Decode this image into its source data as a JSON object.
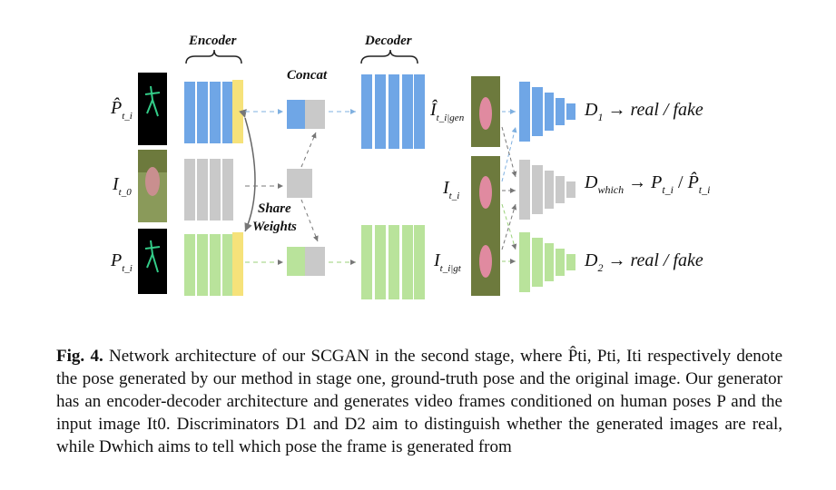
{
  "figure": {
    "labels": {
      "encoder": "Encoder",
      "decoder": "Decoder",
      "concat": "Concat",
      "share": "Share",
      "weights": "Weights"
    },
    "inputs": {
      "p_hat": {
        "main": "P̂",
        "sub": "t_i"
      },
      "i_t0": {
        "main": "I",
        "sub": "t_0"
      },
      "p": {
        "main": "P",
        "sub": "t_i"
      }
    },
    "mid": {
      "i_gen": {
        "main": "Î",
        "sub": "t_i|gen"
      },
      "i": {
        "main": "I",
        "sub": "t_i"
      },
      "i_gt": {
        "main": "I",
        "sub": "t_i|gt"
      }
    },
    "outputs": {
      "d1": {
        "d": "D",
        "sub": "1",
        "arrow": "→",
        "text": "real / fake"
      },
      "dwhich": {
        "d": "D",
        "sub": "which",
        "arrow": "→",
        "left": "P",
        "left_sub": "t_i",
        "slash": "/",
        "right": "P̂",
        "right_sub": "t_i"
      },
      "d2": {
        "d": "D",
        "sub": "2",
        "arrow": "→",
        "text": "real / fake"
      }
    },
    "colors": {
      "blue": "#6fa6e6",
      "gray": "#c9c9c9",
      "green": "#b9e39b",
      "yellow": "#f6e27a"
    }
  },
  "caption": {
    "label": "Fig. 4.",
    "text": "Network architecture of our SCGAN in the second stage, where P̂ti, Pti, Iti respectively denote the pose generated by our method in stage one, ground-truth pose and the original image. Our generator has an encoder-decoder architecture and generates video frames conditioned on human poses P and the input image It0. Discriminators D1 and D2 aim to distinguish whether the generated images are real, while Dwhich aims to tell which pose the frame is generated from"
  }
}
